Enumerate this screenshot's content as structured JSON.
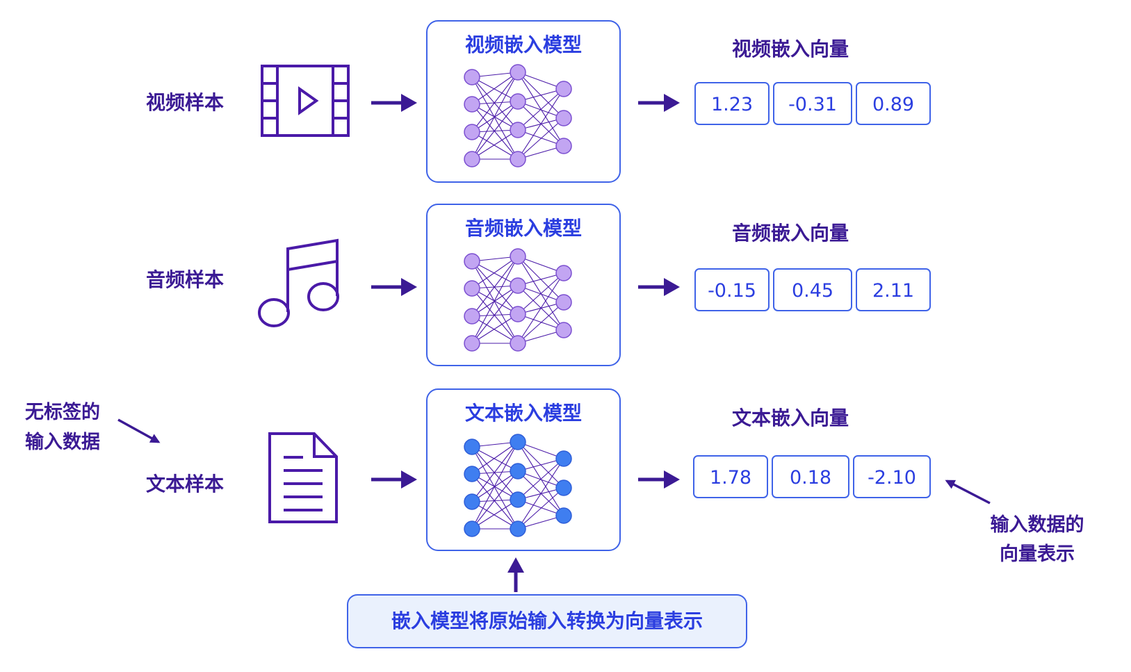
{
  "rows": [
    {
      "sample_label": "视频样本",
      "icon": "video-icon",
      "model_title": "视频嵌入模型",
      "vector_title": "视频嵌入向量",
      "vector": [
        "1.23",
        "-0.31",
        "0.89"
      ]
    },
    {
      "sample_label": "音频样本",
      "icon": "music-note-icon",
      "model_title": "音频嵌入模型",
      "vector_title": "音频嵌入向量",
      "vector": [
        "-0.15",
        "0.45",
        "2.11"
      ]
    },
    {
      "sample_label": "文本样本",
      "icon": "document-icon",
      "model_title": "文本嵌入模型",
      "vector_title": "文本嵌入向量",
      "vector": [
        "1.78",
        "0.18",
        "-2.10"
      ]
    }
  ],
  "annotations": {
    "input_note": [
      "无标签的",
      "输入数据"
    ],
    "output_note": [
      "输入数据的",
      "向量表示"
    ]
  },
  "caption": "嵌入模型将原始输入转换为向量表示",
  "colors": {
    "dark_purple": "#3b1a94",
    "blue": "#2b3ee0",
    "box_border": "#3f63e8",
    "node_light": "#c2a5f2",
    "node_blue": "#3f7ef0",
    "caption_bg": "#eaf1fd"
  }
}
